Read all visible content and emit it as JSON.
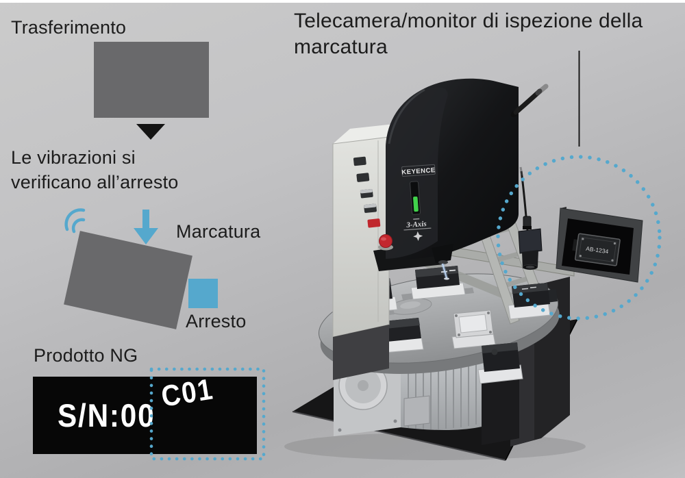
{
  "annotations": {
    "transfer": "Trasferimento",
    "vibration_line1": "Le vibrazioni si",
    "vibration_line2": "verificano all’arresto",
    "marking": "Marcatura",
    "stop": "Arresto",
    "ng_product": "Prodotto NG",
    "camera_monitor_line1": "Telecamera/monitor di ispezione della",
    "camera_monitor_line2": "marcatura"
  },
  "ng_sample": {
    "serial_text": "S/N:00",
    "misprint_text": "C01"
  },
  "machine": {
    "brand": "KEYENCE",
    "head_logo": "3-Axis",
    "monitor_display_text": "AB-1234"
  },
  "colors": {
    "accent_blue": "#55a8cd",
    "product_gray": "#69696b",
    "ng_box_black": "#070707",
    "led_green": "#41d24b"
  }
}
